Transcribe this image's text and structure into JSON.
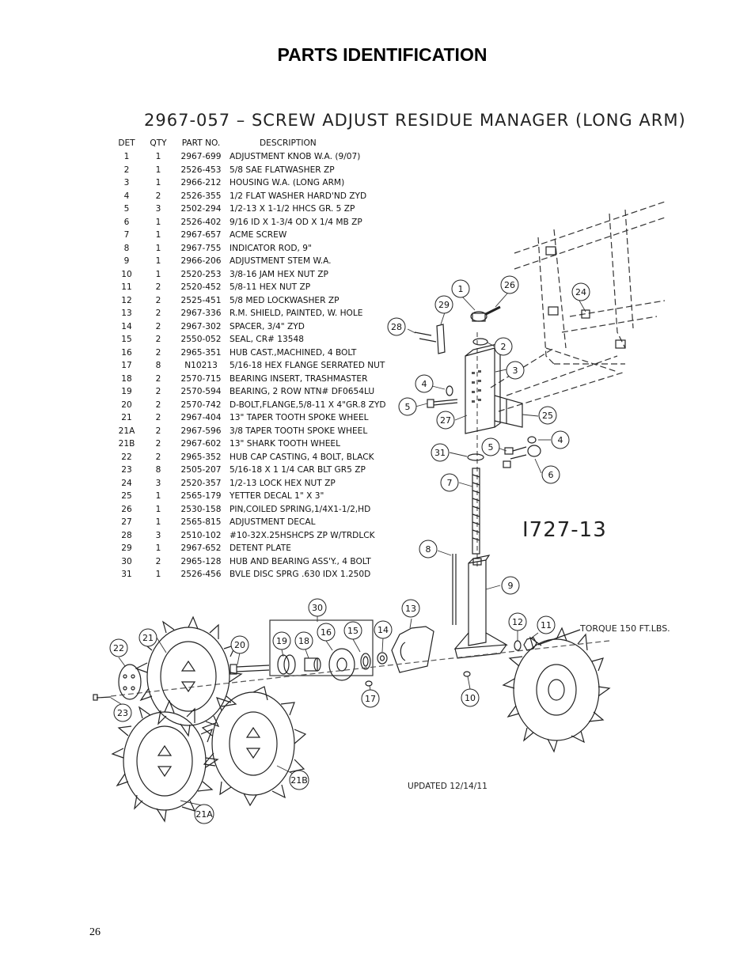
{
  "page_title": "PARTS IDENTIFICATION",
  "diagram_title": "2967-057 – SCREW ADJUST RESIDUE MANAGER (LONG ARM)",
  "table": {
    "headers": {
      "det": "DET",
      "qty": "QTY",
      "part": "PART NO.",
      "desc": "DESCRIPTION"
    },
    "rows": [
      {
        "det": "1",
        "qty": "1",
        "part": "2967-699",
        "desc": "ADJUSTMENT KNOB W.A. (9/07)"
      },
      {
        "det": "2",
        "qty": "1",
        "part": "2526-453",
        "desc": "5/8 SAE FLATWASHER  ZP"
      },
      {
        "det": "3",
        "qty": "1",
        "part": "2966-212",
        "desc": "HOUSING W.A. (LONG ARM)"
      },
      {
        "det": "4",
        "qty": "2",
        "part": "2526-355",
        "desc": "1/2 FLAT WASHER HARD'ND ZYD"
      },
      {
        "det": "5",
        "qty": "3",
        "part": "2502-294",
        "desc": "1/2-13 X 1-1/2 HHCS GR. 5 ZP"
      },
      {
        "det": "6",
        "qty": "1",
        "part": "2526-402",
        "desc": "9/16 ID X 1-3/4 OD X 1/4 MB ZP"
      },
      {
        "det": "7",
        "qty": "1",
        "part": "2967-657",
        "desc": "ACME SCREW"
      },
      {
        "det": "8",
        "qty": "1",
        "part": "2967-755",
        "desc": "INDICATOR ROD, 9\""
      },
      {
        "det": "9",
        "qty": "1",
        "part": "2966-206",
        "desc": "ADJUSTMENT STEM W.A."
      },
      {
        "det": "10",
        "qty": "1",
        "part": "2520-253",
        "desc": "3/8-16 JAM HEX NUT ZP"
      },
      {
        "det": "11",
        "qty": "2",
        "part": "2520-452",
        "desc": "5/8-11 HEX NUT ZP"
      },
      {
        "det": "12",
        "qty": "2",
        "part": "2525-451",
        "desc": "5/8 MED LOCKWASHER ZP"
      },
      {
        "det": "13",
        "qty": "2",
        "part": "2967-336",
        "desc": "R.M. SHIELD, PAINTED, W. HOLE"
      },
      {
        "det": "14",
        "qty": "2",
        "part": "2967-302",
        "desc": "SPACER, 3/4\" ZYD"
      },
      {
        "det": "15",
        "qty": "2",
        "part": "2550-052",
        "desc": "SEAL, CR# 13548"
      },
      {
        "det": "16",
        "qty": "2",
        "part": "2965-351",
        "desc": "HUB CAST.,MACHINED, 4 BOLT"
      },
      {
        "det": "17",
        "qty": "8",
        "part": "N10213",
        "desc": "5/16-18 HEX FLANGE SERRATED NUT"
      },
      {
        "det": "18",
        "qty": "2",
        "part": "2570-715",
        "desc": "BEARING INSERT, TRASHMASTER"
      },
      {
        "det": "19",
        "qty": "2",
        "part": "2570-594",
        "desc": "BEARING, 2 ROW NTN# DF0654LU"
      },
      {
        "det": "20",
        "qty": "2",
        "part": "2570-742",
        "desc": "D-BOLT,FLANGE,5/8-11 X 4\"GR.8 ZYD"
      },
      {
        "det": "21",
        "qty": "2",
        "part": "2967-404",
        "desc": "13\" TAPER TOOTH SPOKE WHEEL"
      },
      {
        "det": "21A",
        "qty": "2",
        "part": "2967-596",
        "desc": "3/8 TAPER TOOTH SPOKE WHEEL"
      },
      {
        "det": "21B",
        "qty": "2",
        "part": "2967-602",
        "desc": "13\" SHARK TOOTH WHEEL"
      },
      {
        "det": "22",
        "qty": "2",
        "part": "2965-352",
        "desc": "HUB CAP CASTING, 4 BOLT, BLACK"
      },
      {
        "det": "23",
        "qty": "8",
        "part": "2505-207",
        "desc": "5/16-18 X 1 1/4 CAR BLT GR5 ZP"
      },
      {
        "det": "24",
        "qty": "3",
        "part": "2520-357",
        "desc": "1/2-13 LOCK HEX NUT ZP"
      },
      {
        "det": "25",
        "qty": "1",
        "part": "2565-179",
        "desc": "YETTER DECAL 1\" X 3\""
      },
      {
        "det": "26",
        "qty": "1",
        "part": "2530-158",
        "desc": "PIN,COILED SPRING,1/4X1-1/2,HD"
      },
      {
        "det": "27",
        "qty": "1",
        "part": "2565-815",
        "desc": "ADJUSTMENT DECAL"
      },
      {
        "det": "28",
        "qty": "3",
        "part": "2510-102",
        "desc": "#10-32X.25HSHCPS ZP W/TRDLCK"
      },
      {
        "det": "29",
        "qty": "1",
        "part": "2967-652",
        "desc": "DETENT PLATE"
      },
      {
        "det": "30",
        "qty": "2",
        "part": "2965-128",
        "desc": "HUB AND BEARING ASS'Y., 4 BOLT"
      },
      {
        "det": "31",
        "qty": "1",
        "part": "2526-456",
        "desc": "BVLE DISC SPRG .630 IDX 1.250D"
      }
    ]
  },
  "drawing_number": "I727-13",
  "torque_note": "TORQUE 150 FT.LBS.",
  "updated_note": "UPDATED 12/14/11",
  "page_number": "26",
  "callouts": [
    "1",
    "26",
    "29",
    "24",
    "28",
    "2",
    "3",
    "4",
    "5",
    "27",
    "25",
    "4",
    "31",
    "5",
    "6",
    "7",
    "8",
    "9",
    "30",
    "13",
    "12",
    "11",
    "21",
    "20",
    "19",
    "18",
    "16",
    "15",
    "14",
    "22",
    "17",
    "10",
    "23",
    "21B",
    "21A"
  ]
}
